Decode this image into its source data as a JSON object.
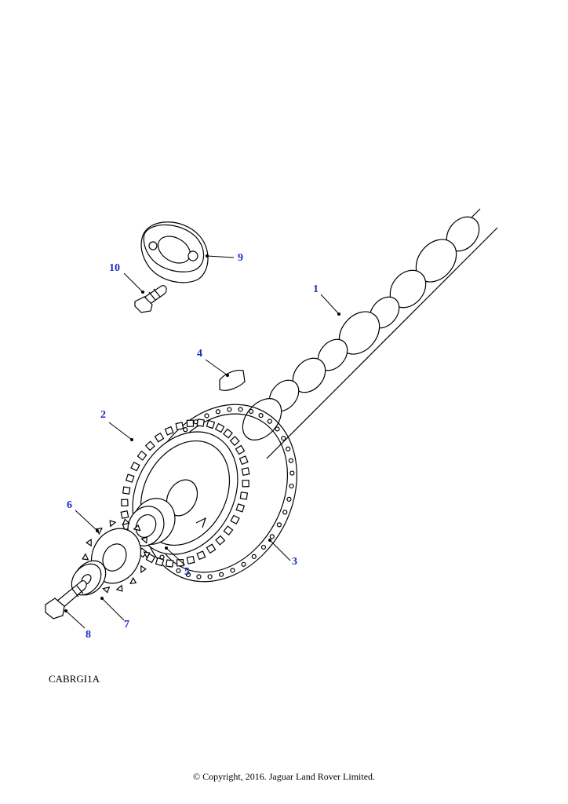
{
  "callouts": [
    {
      "id": "1",
      "label": "1"
    },
    {
      "id": "2",
      "label": "2"
    },
    {
      "id": "3",
      "label": "3"
    },
    {
      "id": "4",
      "label": "4"
    },
    {
      "id": "5",
      "label": "5"
    },
    {
      "id": "6",
      "label": "6"
    },
    {
      "id": "7",
      "label": "7"
    },
    {
      "id": "8",
      "label": "8"
    },
    {
      "id": "9",
      "label": "9"
    },
    {
      "id": "10",
      "label": "10"
    }
  ],
  "reference_code": "CABRGI1A",
  "copyright": "© Copyright, 2016. Jaguar Land Rover Limited.",
  "colors": {
    "callout": "#1a2fc8",
    "line": "#000000",
    "background": "#ffffff"
  }
}
